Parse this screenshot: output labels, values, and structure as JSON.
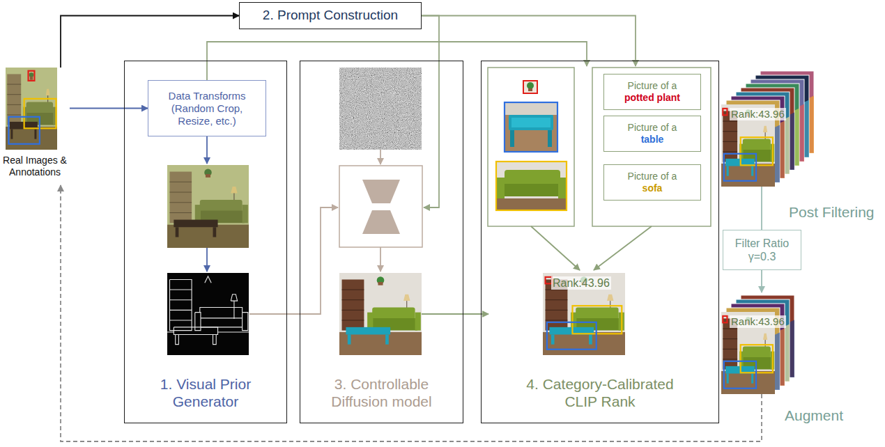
{
  "diagram": {
    "nodes": [
      {
        "text": [
          "2. Prompt Construction"
        ]
      },
      {
        "text": [
          "Real Images & Annotations"
        ]
      },
      {
        "text": [
          "1. Visual Prior Generator"
        ]
      },
      {
        "text": [
          "Data Transforms (Random Crop, Resize, etc.)"
        ],
        "in": 2
      },
      {
        "text": [
          "3. Controllable Diffusion model"
        ]
      },
      {
        "text": [
          "4. Category-Calibrated CLIP Rank"
        ]
      },
      {
        "text": [
          "Picture of a",
          "potted plant"
        ],
        "in": 5
      },
      {
        "text": [
          "Picture of a",
          "table"
        ],
        "in": 5
      },
      {
        "text": [
          "Picture of a",
          "sofa"
        ],
        "in": 5
      },
      {
        "text": [
          "Filter Ratio γ=0.3"
        ]
      }
    ],
    "edges": [
      {
        "from": 1,
        "to": 0,
        "arrow": "to"
      },
      {
        "from": 1,
        "to": 3,
        "arrow": "to"
      },
      {
        "from": 0,
        "to": 4,
        "arrow": "to"
      },
      {
        "from": 0,
        "to": 5,
        "arrow": "to"
      },
      {
        "from": 3,
        "to": 5,
        "arrow": "to"
      },
      {
        "from": 2,
        "to": 4,
        "arrow": "to"
      },
      {
        "from": 4,
        "to": 5,
        "arrow": "to"
      }
    ],
    "labels": [
      "Rank:43.96",
      "Rank:43.96",
      "Rank:43.96",
      "Post Filtering",
      "Augment"
    ]
  }
}
